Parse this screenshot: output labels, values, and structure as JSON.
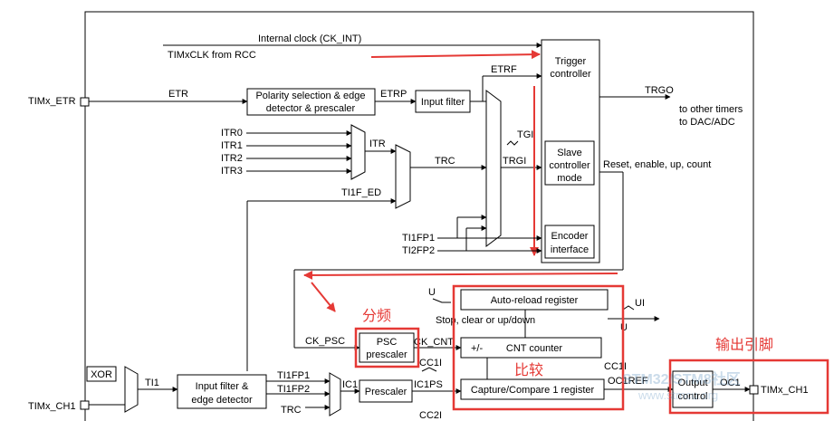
{
  "signals": {
    "internal_clock": "Internal clock (CK_INT)",
    "timx_clk": "TIMxCLK from RCC",
    "timx_etr": "TIMx_ETR",
    "etr": "ETR",
    "etrp": "ETRP",
    "etrf": "ETRF",
    "trgo": "TRGO",
    "to_timers": "to other timers",
    "to_dac": "to DAC/ADC",
    "itr0": "ITR0",
    "itr1": "ITR1",
    "itr2": "ITR2",
    "itr3": "ITR3",
    "itr": "ITR",
    "trc": "TRC",
    "tgi": "TGI",
    "trgi": "TRGI",
    "ti1f_ed": "TI1F_ED",
    "reset_enable": "Reset, enable, up, count",
    "ti1fp1": "TI1FP1",
    "ti2fp2": "TI2FP2",
    "u": "U",
    "ui": "UI",
    "stop_clear": "Stop, clear or up/down",
    "ck_psc": "CK_PSC",
    "ck_cnt": "CK_CNT",
    "plus_minus": "+/-",
    "cc1i": "CC1I",
    "oc1ref": "OC1REF",
    "oc1": "OC1",
    "timx_ch1": "TIMx_CH1",
    "ti1": "TI1",
    "ic1": "IC1",
    "ic1ps": "IC1PS",
    "ti1fp2": "TI1FP2",
    "trc2": "TRC",
    "cc2i": "CC2I",
    "timx_ch1_in": "TIMx_CH1"
  },
  "blocks": {
    "trigger_controller_1": "Trigger",
    "trigger_controller_2": "controller",
    "polarity_1": "Polarity selection & edge",
    "polarity_2": "detector & prescaler",
    "input_filter": "Input filter",
    "slave_1": "Slave",
    "slave_2": "controller",
    "slave_3": "mode",
    "encoder_1": "Encoder",
    "encoder_2": "interface",
    "auto_reload": "Auto-reload register",
    "psc_1": "PSC",
    "psc_2": "prescaler",
    "cnt_counter": "CNT counter",
    "capture_compare": "Capture/Compare 1 register",
    "output_control_1": "Output",
    "output_control_2": "control",
    "xor": "XOR",
    "input_filter_edge_1": "Input filter &",
    "input_filter_edge_2": "edge detector",
    "prescaler": "Prescaler"
  },
  "annotations": {
    "fen_pin": "分频",
    "bi_jiao": "比较",
    "shuchu_yinjiao": "输出引脚"
  },
  "watermark": {
    "line1": "STM32/STM8社区",
    "line2": "www.stmcu.org"
  },
  "colors": {
    "annotation": "#e53935",
    "watermark": "#6b9ac4"
  }
}
